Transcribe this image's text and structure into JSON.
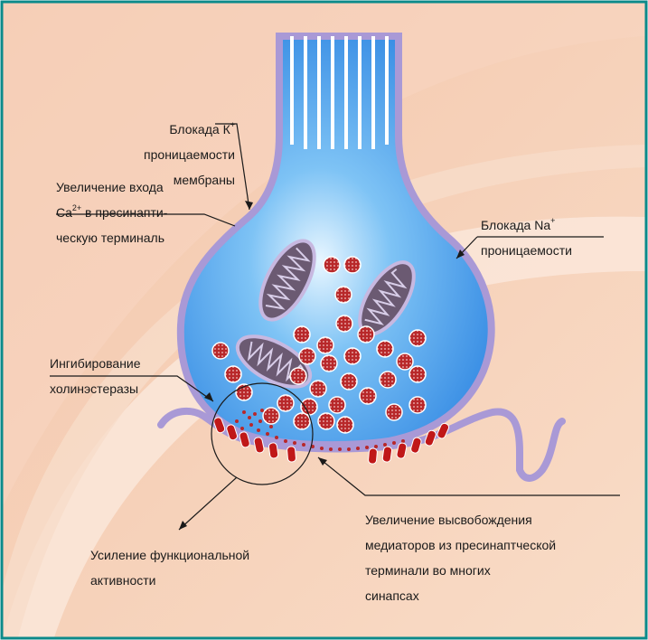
{
  "colors": {
    "frame_border": "#0b8a8a",
    "background": "#f6cdb3",
    "terminal_fill": "#3a8ee6",
    "membrane": "#a999d6",
    "mitochondria": "#6b5a72",
    "vesicle": "#b8282a",
    "receptor": "#c01818"
  },
  "labels": {
    "k_block": {
      "line1": "Блокада К",
      "sup": "+",
      "line2": "проницаемости",
      "line3": "мембраны"
    },
    "ca_increase": {
      "line1": "Увеличение входа",
      "line2a": "Ca",
      "sup": "2+",
      "line2b": " в пресинапти-",
      "line3": "ческую терминаль"
    },
    "na_block": {
      "line1": "Блокада Na",
      "sup": "+",
      "line2": "проницаемости"
    },
    "cholinesterase": {
      "line1": "Ингибирование",
      "line2": "холинэстеразы"
    },
    "release": {
      "line1": "Увеличение высвобождения",
      "line2": "медиаторов из пресинаптческой",
      "line3": "терминали во многих",
      "line4": "синапсах"
    },
    "functional": {
      "line1": "Усиление функциональной",
      "line2": "активности"
    }
  }
}
